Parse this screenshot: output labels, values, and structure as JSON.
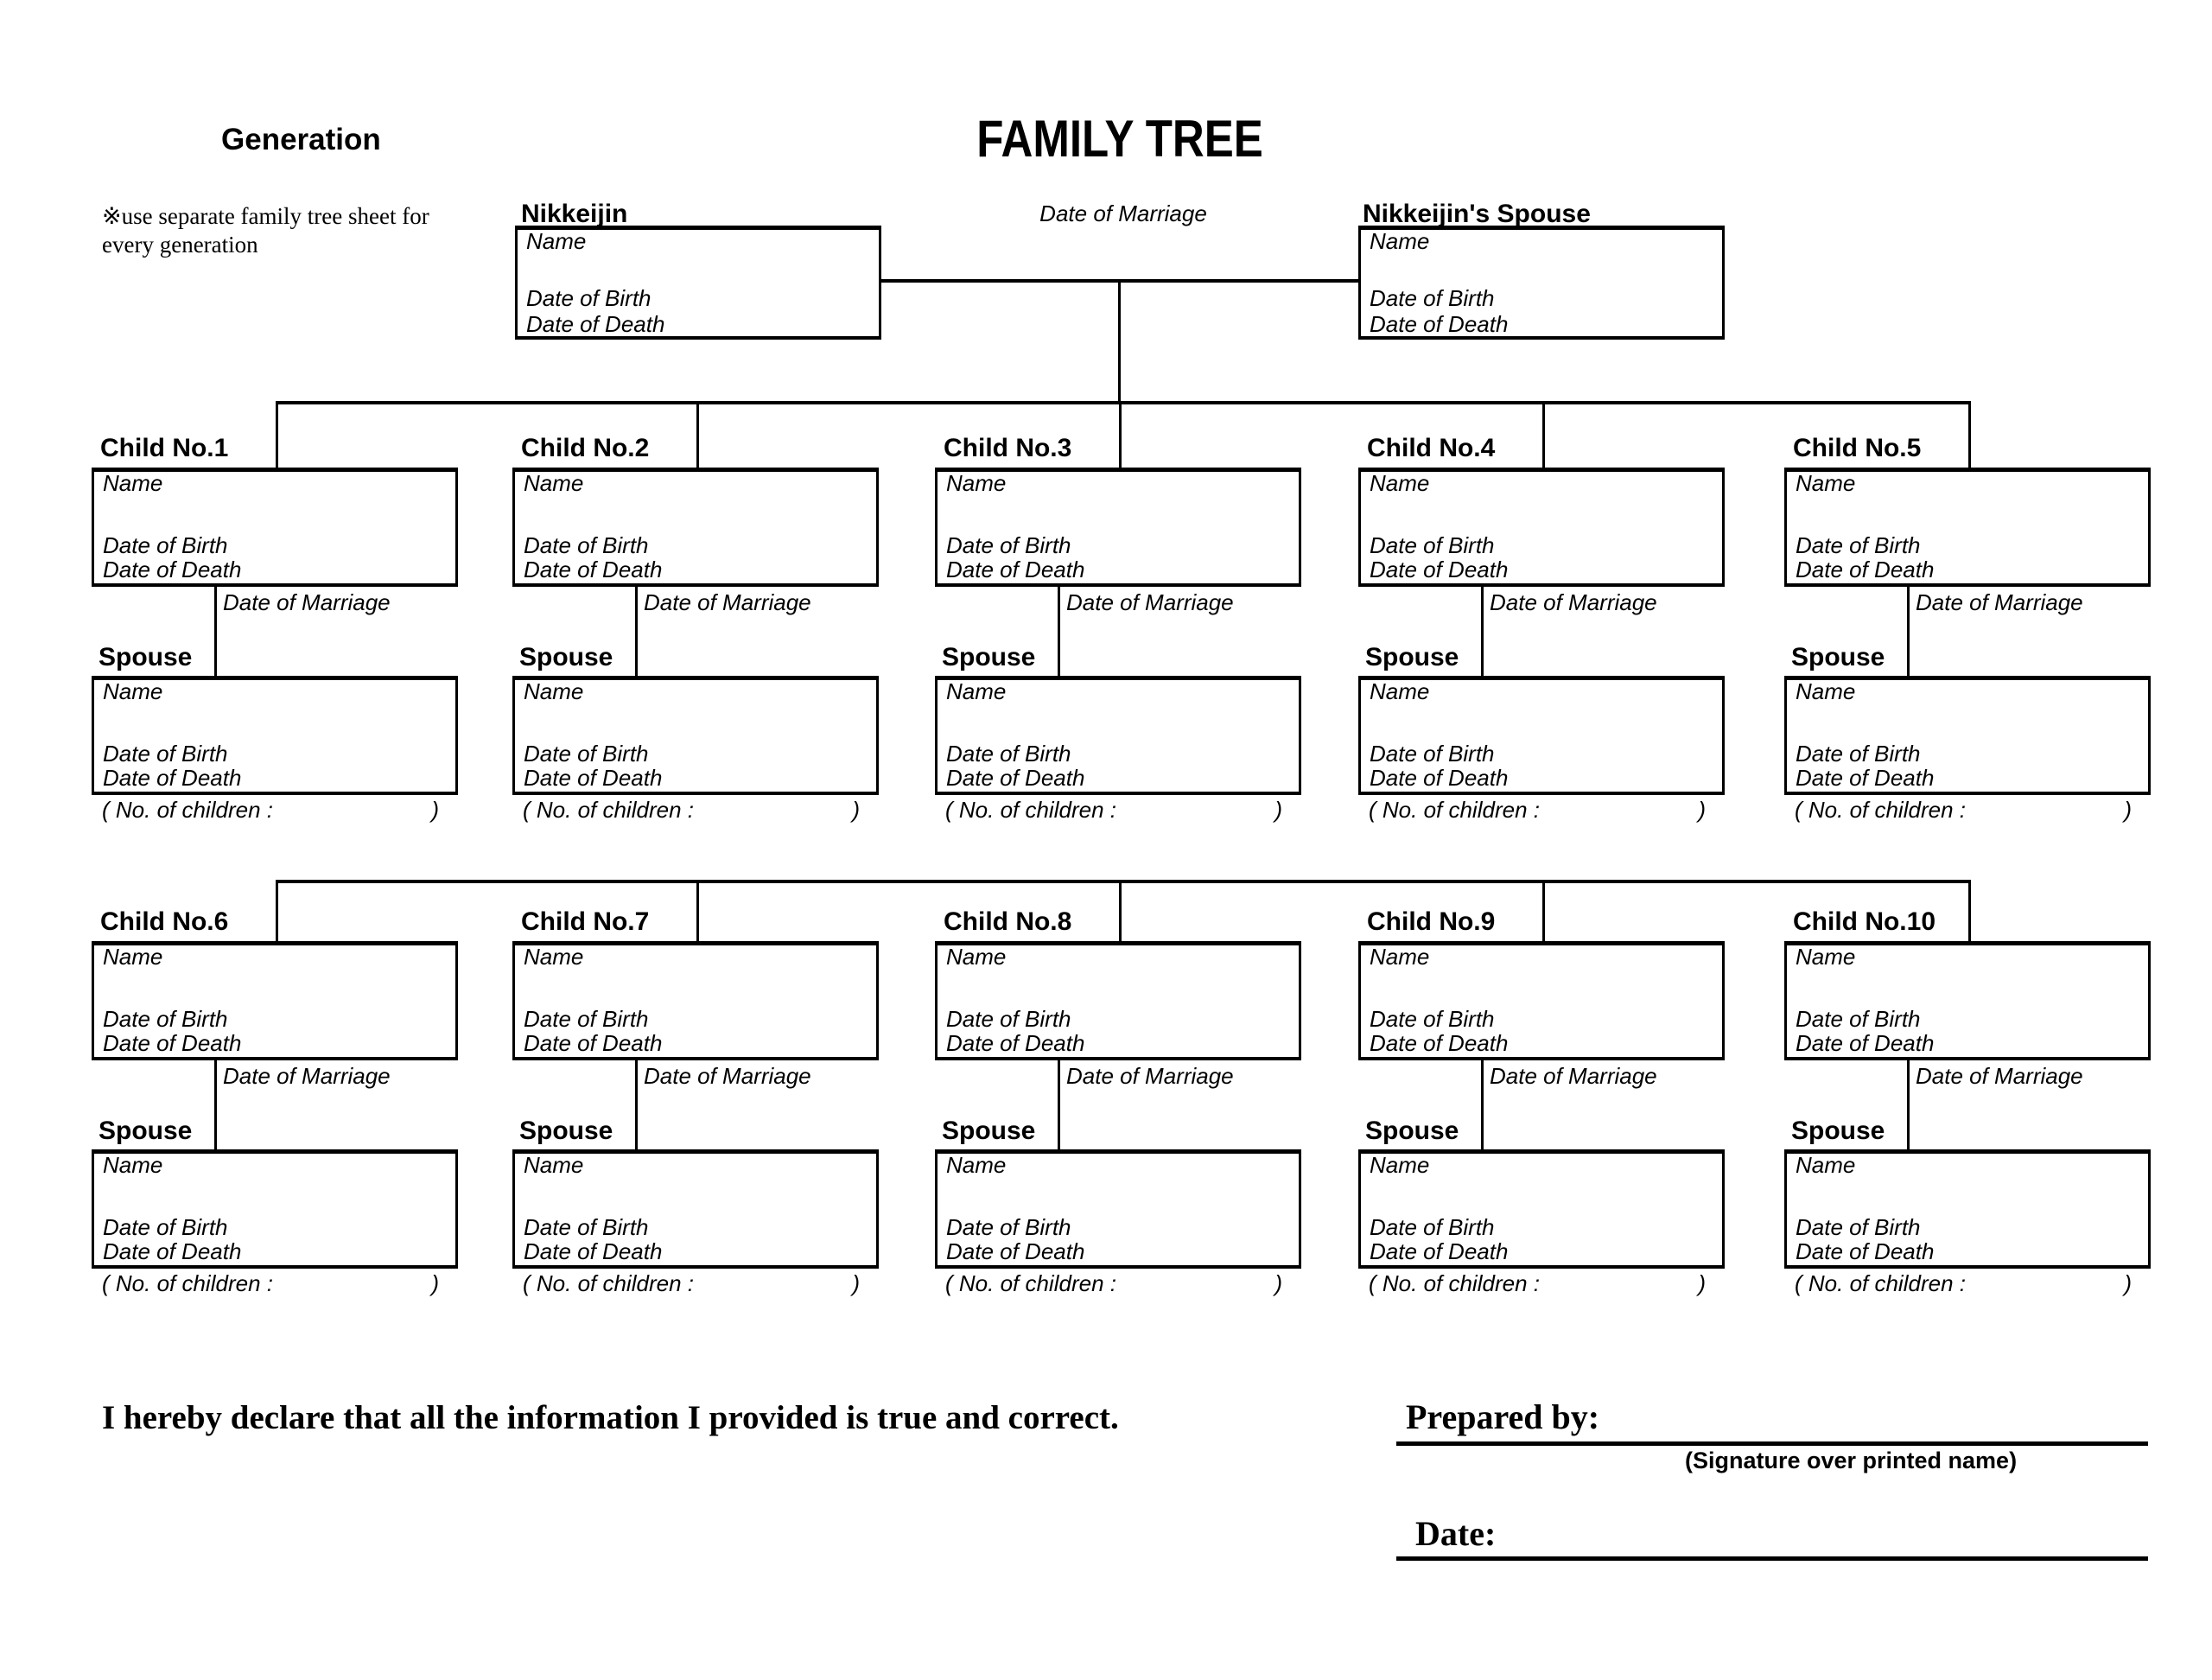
{
  "header": {
    "generation_label": "Generation",
    "title": "FAMILY TREE",
    "note_line1": "※use separate family tree sheet for",
    "note_line2": "every generation"
  },
  "field_labels": {
    "name": "Name",
    "date_of_birth": "Date of Birth",
    "date_of_death": "Date of Death",
    "date_of_marriage": "Date of Marriage",
    "spouse": "Spouse",
    "no_of_children_open": "( No. of children :",
    "no_of_children_close": ")"
  },
  "parents": {
    "nikkeijin_label": "Nikkeijin",
    "spouse_label": "Nikkeijin's Spouse",
    "date_of_marriage_label": "Date of Marriage"
  },
  "children": [
    {
      "label": "Child No.1"
    },
    {
      "label": "Child No.2"
    },
    {
      "label": "Child No.3"
    },
    {
      "label": "Child No.4"
    },
    {
      "label": "Child No.5"
    },
    {
      "label": "Child No.6"
    },
    {
      "label": "Child No.7"
    },
    {
      "label": "Child No.8"
    },
    {
      "label": "Child No.9"
    },
    {
      "label": "Child No.10"
    }
  ],
  "footer": {
    "declaration": "I hereby declare that all the information I provided is true and correct.",
    "prepared_by_label": "Prepared by:",
    "signature_caption": "(Signature over printed name)",
    "date_label": "Date:"
  }
}
